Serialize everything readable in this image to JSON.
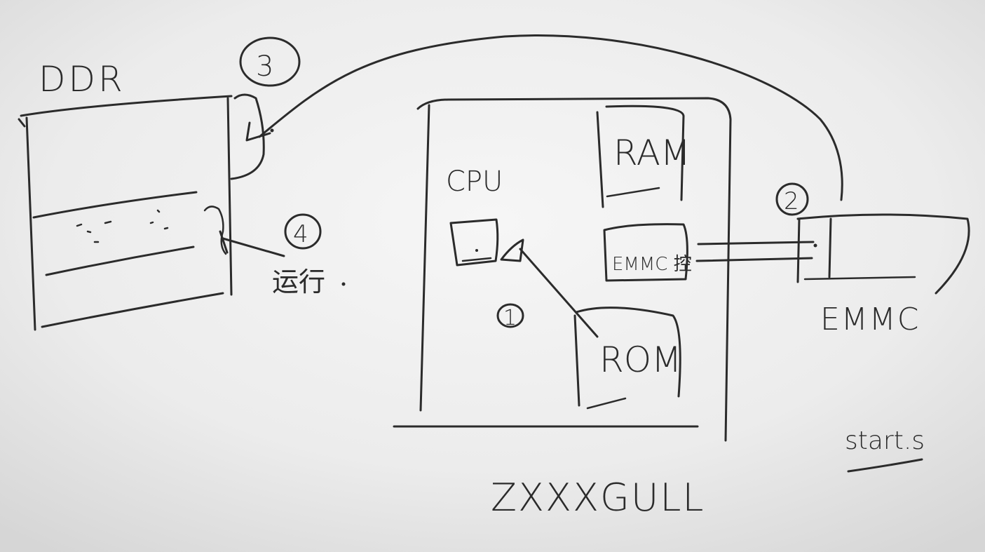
{
  "labels": {
    "ddr": "DDR",
    "step3": "3",
    "step4": "4",
    "step4_text": "运行",
    "cpu": "CPU",
    "ram": "RAM",
    "emmc_ctrl": "EMMC 控",
    "step1": "1",
    "rom": "ROM",
    "step2": "2",
    "emmc": "EMMC",
    "chip": "ZXXXGULL",
    "start": "start.s"
  }
}
